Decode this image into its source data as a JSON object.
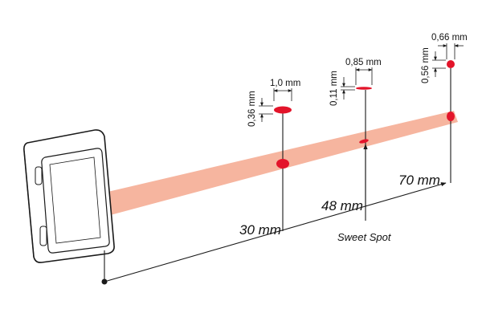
{
  "colors": {
    "beam": "#f6b59f",
    "spot": "#e3142a",
    "outline": "#1a1a1a"
  },
  "distances": {
    "d30": "30 mm",
    "d48": "48 mm",
    "d70": "70 mm"
  },
  "sweet_spot_label": "Sweet Spot",
  "spots": {
    "s30": {
      "width": "1,0 mm",
      "height": "0,36 mm"
    },
    "s48": {
      "width": "0,85 mm",
      "height": "0,11 mm"
    },
    "s70": {
      "width": "0,66 mm",
      "height": "0,56 mm"
    }
  }
}
